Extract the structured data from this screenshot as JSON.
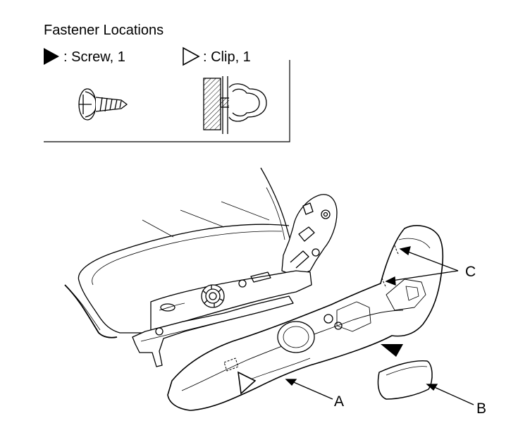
{
  "legend": {
    "title": "Fastener Locations",
    "screw_label": ": Screw, 1",
    "clip_label": ": Clip, 1"
  },
  "callouts": {
    "a": "A",
    "b": "B",
    "c": "C"
  },
  "icons": {
    "screw": "filled-triangle-icon",
    "clip": "outline-triangle-icon"
  }
}
